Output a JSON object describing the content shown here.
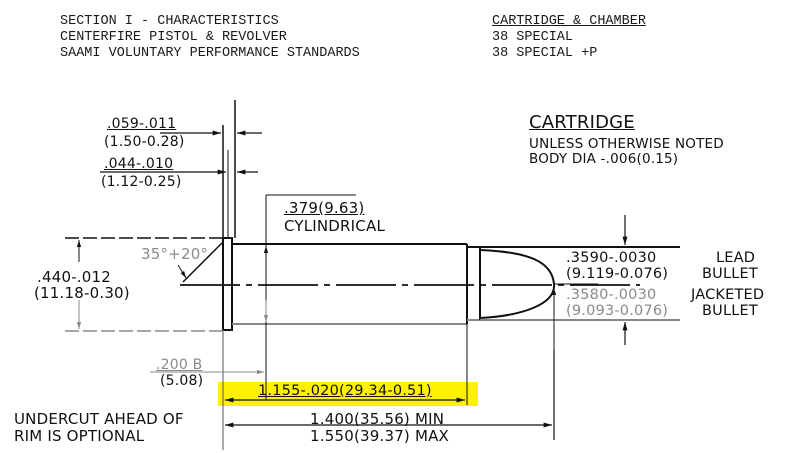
{
  "header": {
    "left_lines": [
      "SECTION I - CHARACTERISTICS",
      "CENTERFIRE PISTOL & REVOLVER",
      "SAAMI VOLUNTARY PERFORMANCE STANDARDS"
    ],
    "right_title": "CARTRIDGE & CHAMBER",
    "right_lines": [
      "38 SPECIAL",
      "38 SPECIAL +P"
    ]
  },
  "notes": {
    "title": "CARTRIDGE",
    "line1": "UNLESS OTHERWISE NOTED",
    "line2": "BODY DIA -.006(0.15)",
    "undercut_line1": "UNDERCUT AHEAD OF",
    "undercut_line2": "RIM IS OPTIONAL"
  },
  "dimensions": {
    "rim_thickness_in": ".059-.011",
    "rim_thickness_mm": "(1.50-0.28)",
    "groove_in": ".044-.010",
    "groove_mm": "(1.12-0.25)",
    "body_dia": ".379(9.63)",
    "body_dia_note": "CYLINDRICAL",
    "rim_angle": "35°+20°",
    "rim_dia_in": ".440-.012",
    "rim_dia_mm": "(11.18-0.30)",
    "lead_bullet_in": ".3590-.0030",
    "lead_bullet_mm": "(9.119-0.076)",
    "lead_label1": "LEAD",
    "lead_label2": "BULLET",
    "jacketed_bullet_in": ".3580-.0030",
    "jacketed_bullet_mm": "(9.093-0.076)",
    "jacketed_label1": "JACKETED",
    "jacketed_label2": "BULLET",
    "datum_in": ".200 B",
    "datum_mm": "(5.08)",
    "case_length": "1.155-.020(29.34-0.51)",
    "oal_min": "1.400(35.56) MIN",
    "oal_max": "1.550(39.37) MAX"
  },
  "colors": {
    "highlight": "#fff200",
    "ink": "#111111",
    "faded_ink": "#8a8a8a"
  }
}
